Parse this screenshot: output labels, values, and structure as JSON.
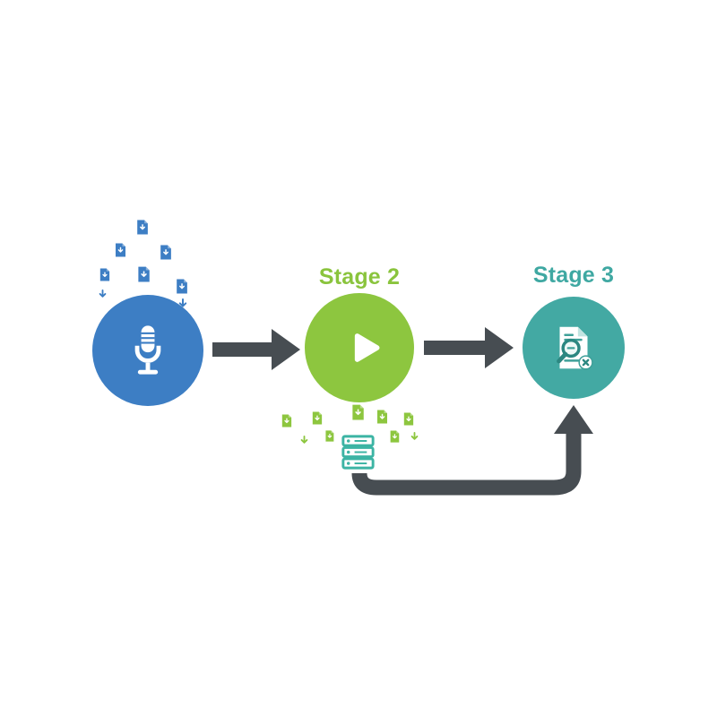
{
  "diagram": {
    "type": "process-flow",
    "background": "#ffffff",
    "arrow_color": "#474d52",
    "stages": [
      {
        "label": "",
        "icon": "microphone-icon",
        "circle_color": "#3d7ec4"
      },
      {
        "label": "Stage 2",
        "icon": "play-icon",
        "circle_color": "#8dc63f",
        "label_color": "#8ac43d"
      },
      {
        "label": "Stage 3",
        "icon": "document-search-icon",
        "circle_color": "#43a9a3",
        "label_color": "#3fa8a2"
      }
    ],
    "connections": [
      {
        "from": "stage-1",
        "to": "stage-2",
        "style": "straight-right-arrow",
        "color": "#474d52"
      },
      {
        "from": "stage-2",
        "to": "stage-3",
        "style": "straight-right-arrow",
        "color": "#474d52"
      },
      {
        "from": "below-stage-2",
        "to": "stage-3-bottom",
        "style": "curved-up-arrow",
        "color": "#474d52"
      }
    ],
    "decorations": {
      "above_stage_1": {
        "icons": [
          "file-download-icon",
          "download-arrow-icon"
        ],
        "color": "#3d7ec4"
      },
      "below_stage_2": {
        "icons": [
          "file-download-icon",
          "download-arrow-icon",
          "server-icon"
        ],
        "file_color": "#8dc63f",
        "server_color": "#3cb4a4"
      }
    }
  }
}
